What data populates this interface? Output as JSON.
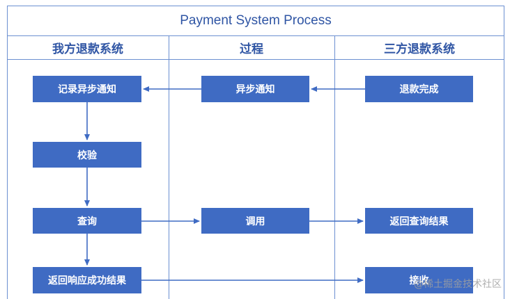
{
  "title": "Payment System Process",
  "lanes": [
    {
      "name": "我方退款系统"
    },
    {
      "name": "过程"
    },
    {
      "name": "三方退款系统"
    }
  ],
  "nodes": {
    "record_async": "记录异步通知",
    "verify": "校验",
    "query": "查询",
    "return_success": "返回响应成功结果",
    "async_notify": "异步通知",
    "call": "调用",
    "refund_done": "退款完成",
    "return_query": "返回查询结果",
    "receive": "接收"
  },
  "watermark": "@稀土掘金技术社区",
  "colors": {
    "node_fill": "#3f6bc3",
    "line": "#3f6bc3",
    "border": "#6b8fd1",
    "title_text": "#2f55a4"
  }
}
